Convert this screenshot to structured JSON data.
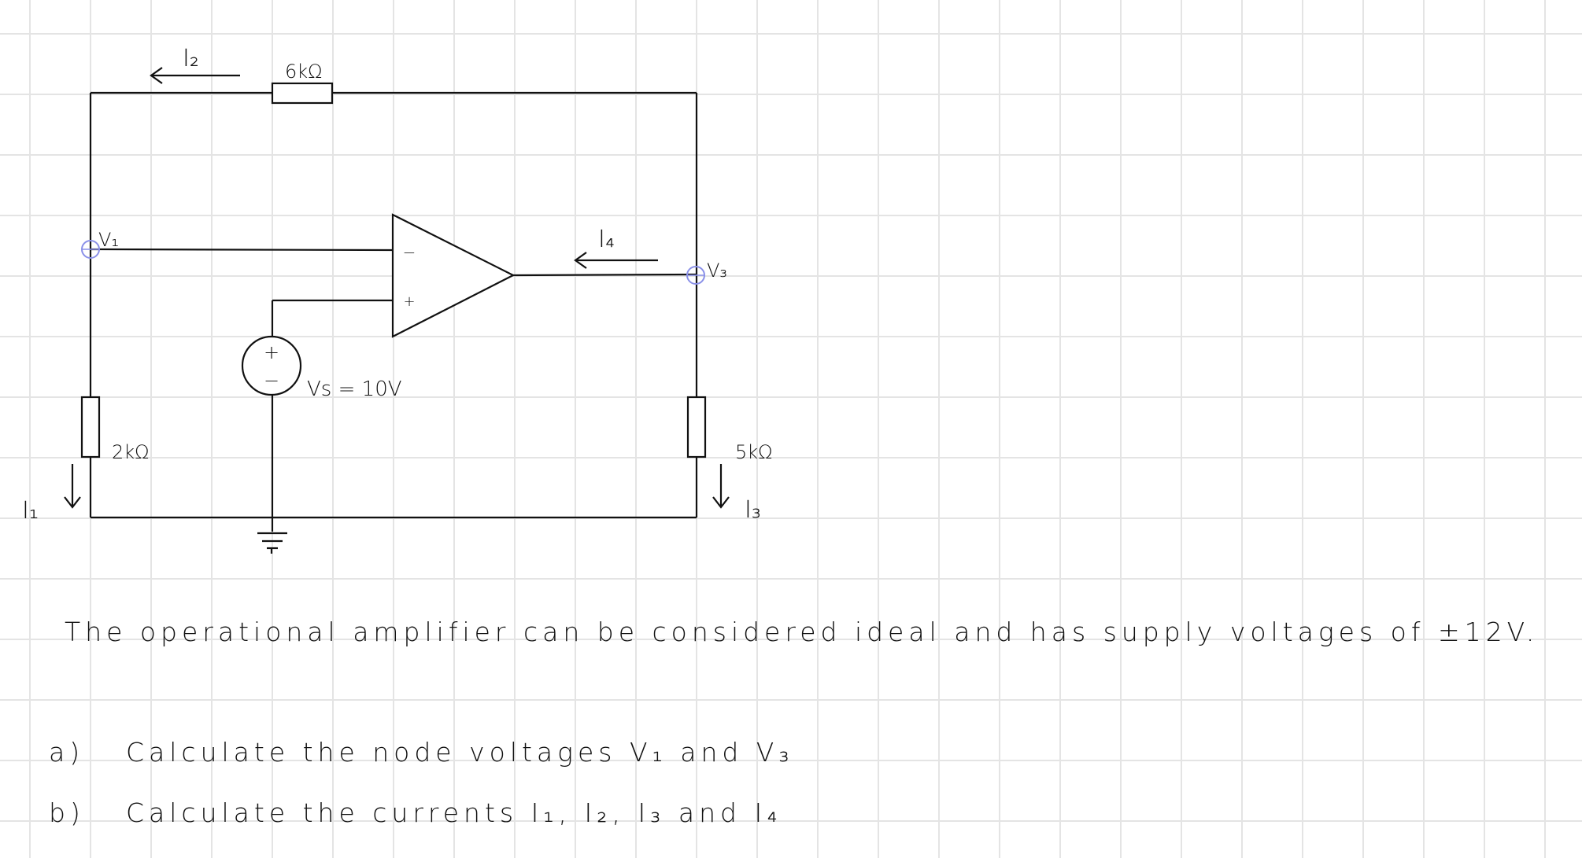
{
  "labels": {
    "i1": "I₁",
    "i2": "I₂",
    "i3": "I₃",
    "i4": "I₄",
    "v1": "V₁",
    "v3": "V₃",
    "r_top": "6kΩ",
    "r_left": "2kΩ",
    "r_right": "5kΩ",
    "vs": "Vs = 10V",
    "opamp_minus": "−",
    "opamp_plus": "+",
    "source_plus": "+",
    "source_minus": "−"
  },
  "problem": {
    "statement": "The operational amplifier can be considered ideal and has supply voltages of ±12V.",
    "parts": [
      {
        "marker": "a)",
        "text": "Calculate the node voltages V₁ and V₃"
      },
      {
        "marker": "b)",
        "text": "Calculate the currents I₁, I₂, I₃ and I₄"
      }
    ]
  },
  "colors": {
    "node_marker": "#8a90e8",
    "grid": "#e4e4e4",
    "ink": "#111111"
  }
}
